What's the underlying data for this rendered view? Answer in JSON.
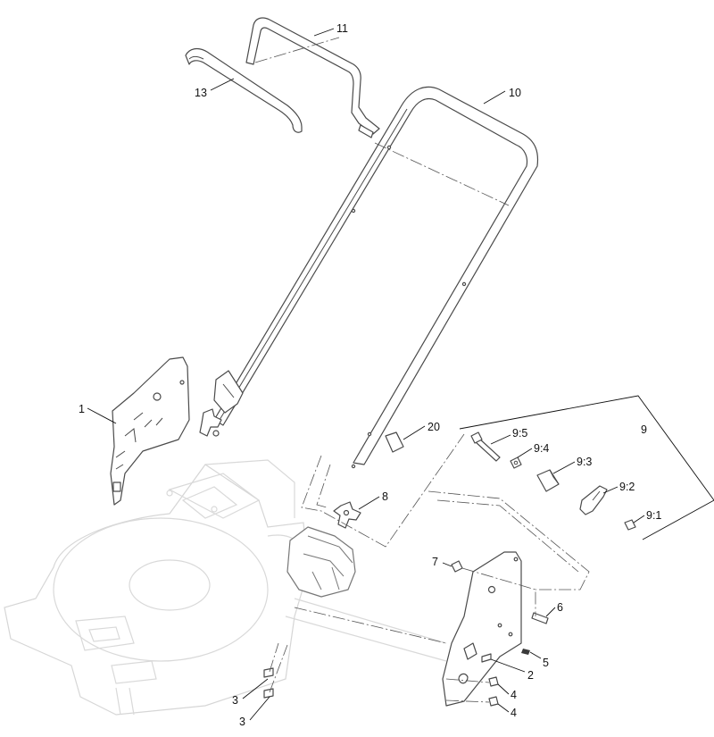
{
  "callouts": [
    {
      "id": "c11",
      "text": "11"
    },
    {
      "id": "c13",
      "text": "13"
    },
    {
      "id": "c10",
      "text": "10"
    },
    {
      "id": "c1",
      "text": "1"
    },
    {
      "id": "c20",
      "text": "20"
    },
    {
      "id": "c9",
      "text": "9"
    },
    {
      "id": "c9_5",
      "text": "9:5"
    },
    {
      "id": "c9_4",
      "text": "9:4"
    },
    {
      "id": "c9_3",
      "text": "9:3"
    },
    {
      "id": "c9_2",
      "text": "9:2"
    },
    {
      "id": "c9_1",
      "text": "9:1"
    },
    {
      "id": "c8",
      "text": "8"
    },
    {
      "id": "c7",
      "text": "7"
    },
    {
      "id": "c6",
      "text": "6"
    },
    {
      "id": "c5",
      "text": "5"
    },
    {
      "id": "c2",
      "text": "2"
    },
    {
      "id": "c4a",
      "text": "4"
    },
    {
      "id": "c4b",
      "text": "4"
    },
    {
      "id": "c3a",
      "text": "3"
    },
    {
      "id": "c3b",
      "text": "3"
    }
  ]
}
